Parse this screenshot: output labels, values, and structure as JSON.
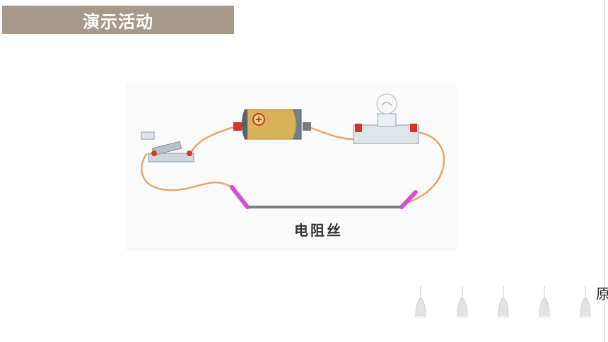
{
  "header": {
    "title": "演示活动"
  },
  "diagram": {
    "resistor_label": "电阻丝"
  },
  "side_text": "原",
  "lamps": [
    "lamp",
    "lamp",
    "lamp",
    "lamp",
    "lamp"
  ],
  "colors": {
    "banner": "#a69a8a",
    "wire": "#e6a86a",
    "clip": "#d94ad9",
    "terminal": "#d6332b",
    "battery": "#d8b25a"
  }
}
